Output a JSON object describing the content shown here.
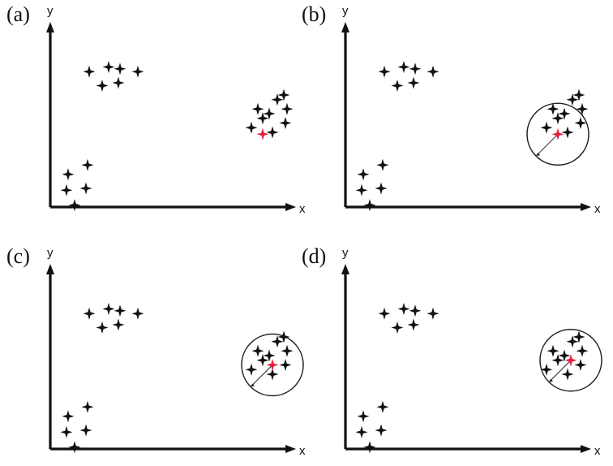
{
  "colors": {
    "point": "#111111",
    "highlight": "#e8203a",
    "axis": "#111111",
    "circle": "#222222",
    "background": "#ffffff"
  },
  "icons": {
    "data_point": "four-point-star-icon",
    "axis_arrow": "arrowhead-icon"
  },
  "panels": [
    {
      "label": "(a)",
      "x_axis_label": "x",
      "y_axis_label": "y",
      "clusters": [
        {
          "id": "lower-left",
          "points": [
            [
              0.55,
              0.35
            ],
            [
              1.15,
              0.45
            ],
            [
              0.5,
              0.18
            ],
            [
              1.1,
              0.2
            ],
            [
              0.75,
              0.02
            ]
          ]
        },
        {
          "id": "top",
          "points": [
            [
              1.2,
              1.45
            ],
            [
              1.8,
              1.5
            ],
            [
              2.15,
              1.48
            ],
            [
              2.7,
              1.45
            ],
            [
              1.6,
              1.3
            ],
            [
              2.1,
              1.33
            ]
          ]
        },
        {
          "id": "right",
          "points": [
            [
              6.2,
              0.85
            ],
            [
              6.55,
              0.95
            ],
            [
              6.4,
              1.05
            ],
            [
              6.75,
              1.0
            ],
            [
              7.0,
              1.15
            ],
            [
              7.2,
              1.2
            ],
            [
              7.3,
              1.05
            ],
            [
              7.25,
              0.9
            ],
            [
              6.85,
              0.8
            ]
          ]
        }
      ],
      "highlight": {
        "point": [
          6.55,
          0.78
        ]
      },
      "circle": null
    },
    {
      "label": "(b)",
      "x_axis_label": "x",
      "y_axis_label": "y",
      "clusters": [
        {
          "id": "lower-left",
          "points": [
            [
              0.55,
              0.35
            ],
            [
              1.15,
              0.45
            ],
            [
              0.5,
              0.18
            ],
            [
              1.1,
              0.2
            ],
            [
              0.75,
              0.02
            ]
          ]
        },
        {
          "id": "top",
          "points": [
            [
              1.2,
              1.45
            ],
            [
              1.8,
              1.5
            ],
            [
              2.15,
              1.48
            ],
            [
              2.7,
              1.45
            ],
            [
              1.6,
              1.3
            ],
            [
              2.1,
              1.33
            ]
          ]
        },
        {
          "id": "right",
          "points": [
            [
              6.2,
              0.85
            ],
            [
              6.55,
              0.95
            ],
            [
              6.4,
              1.05
            ],
            [
              6.75,
              1.0
            ],
            [
              7.0,
              1.15
            ],
            [
              7.2,
              1.2
            ],
            [
              7.3,
              1.05
            ],
            [
              7.25,
              0.9
            ],
            [
              6.85,
              0.8
            ]
          ]
        }
      ],
      "highlight": {
        "point": [
          6.55,
          0.78
        ]
      },
      "circle": {
        "center": [
          6.55,
          0.78
        ],
        "radius": 0.65
      }
    },
    {
      "label": "(c)",
      "x_axis_label": "x",
      "y_axis_label": "y",
      "clusters": [
        {
          "id": "lower-left",
          "points": [
            [
              0.55,
              0.35
            ],
            [
              1.15,
              0.45
            ],
            [
              0.5,
              0.18
            ],
            [
              1.1,
              0.2
            ],
            [
              0.75,
              0.02
            ]
          ]
        },
        {
          "id": "top",
          "points": [
            [
              1.2,
              1.45
            ],
            [
              1.8,
              1.5
            ],
            [
              2.15,
              1.48
            ],
            [
              2.7,
              1.45
            ],
            [
              1.6,
              1.3
            ],
            [
              2.1,
              1.33
            ]
          ]
        },
        {
          "id": "right",
          "points": [
            [
              6.2,
              0.85
            ],
            [
              6.55,
              0.95
            ],
            [
              6.4,
              1.05
            ],
            [
              6.75,
              1.0
            ],
            [
              7.0,
              1.15
            ],
            [
              7.2,
              1.2
            ],
            [
              7.3,
              1.05
            ],
            [
              7.25,
              0.9
            ],
            [
              6.85,
              0.8
            ]
          ]
        }
      ],
      "highlight": {
        "point": [
          6.85,
          0.9
        ]
      },
      "circle": {
        "center": [
          6.85,
          0.9
        ],
        "radius": 0.65
      }
    },
    {
      "label": "(d)",
      "x_axis_label": "x",
      "y_axis_label": "y",
      "clusters": [
        {
          "id": "lower-left",
          "points": [
            [
              0.55,
              0.35
            ],
            [
              1.15,
              0.45
            ],
            [
              0.5,
              0.18
            ],
            [
              1.1,
              0.2
            ],
            [
              0.75,
              0.02
            ]
          ]
        },
        {
          "id": "top",
          "points": [
            [
              1.2,
              1.45
            ],
            [
              1.8,
              1.5
            ],
            [
              2.15,
              1.48
            ],
            [
              2.7,
              1.45
            ],
            [
              1.6,
              1.3
            ],
            [
              2.1,
              1.33
            ]
          ]
        },
        {
          "id": "right",
          "points": [
            [
              6.2,
              0.85
            ],
            [
              6.55,
              0.95
            ],
            [
              6.4,
              1.05
            ],
            [
              6.75,
              1.0
            ],
            [
              7.0,
              1.15
            ],
            [
              7.2,
              1.2
            ],
            [
              7.3,
              1.05
            ],
            [
              7.25,
              0.9
            ],
            [
              6.85,
              0.8
            ]
          ]
        }
      ],
      "highlight": {
        "point": [
          6.95,
          0.95
        ]
      },
      "circle": {
        "center": [
          6.95,
          0.95
        ],
        "radius": 0.65
      }
    }
  ]
}
